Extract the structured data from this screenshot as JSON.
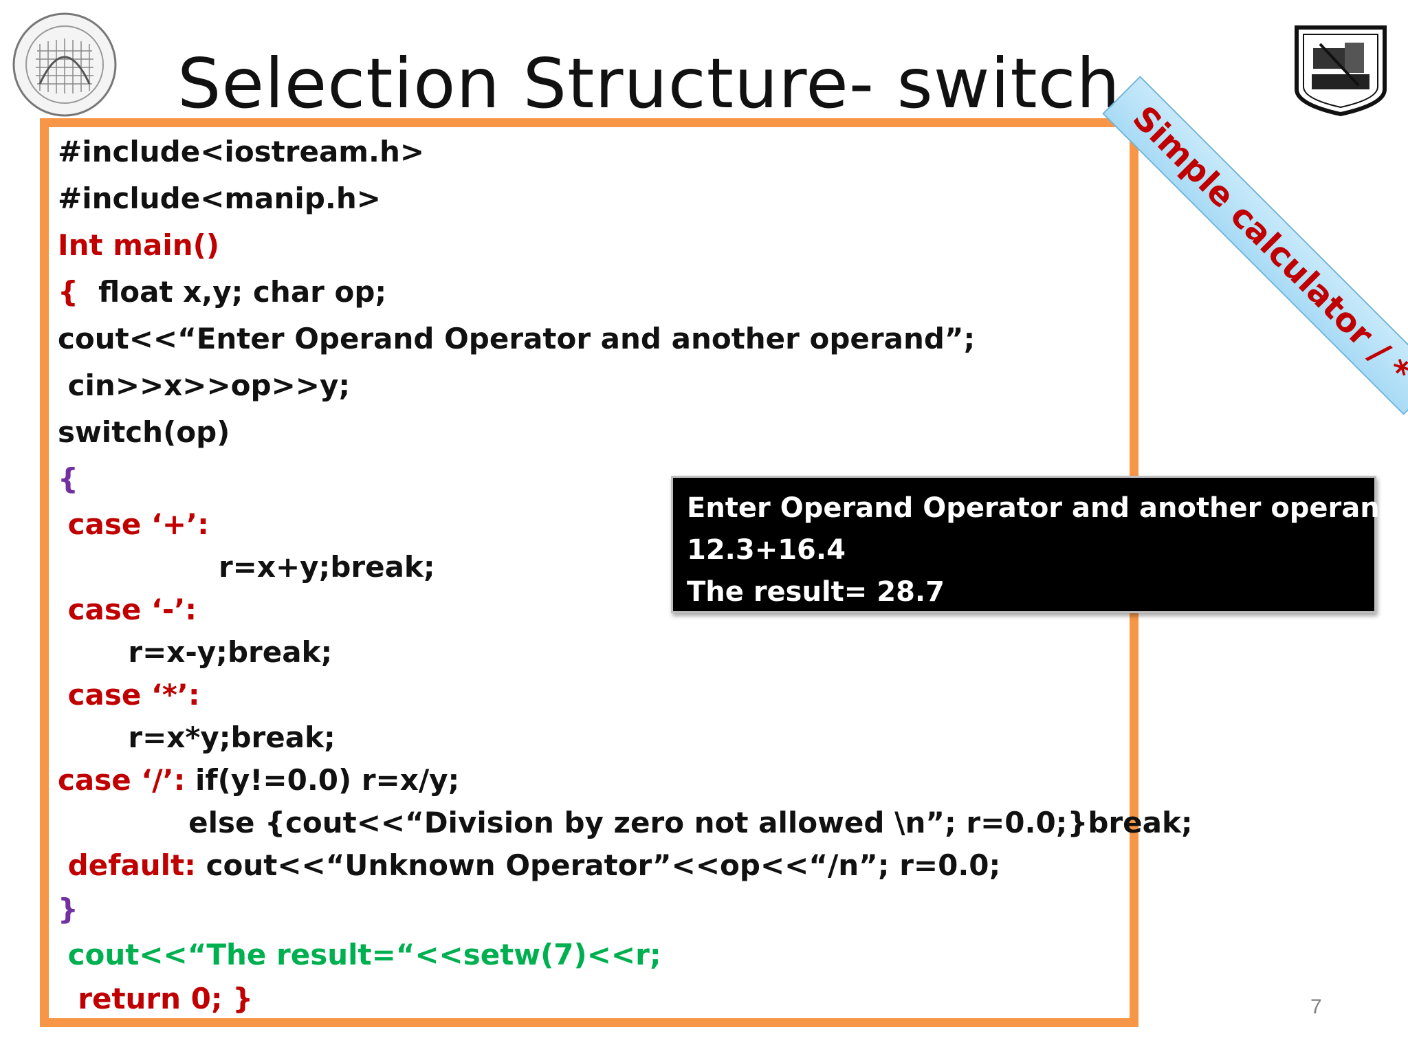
{
  "slide": {
    "title": "Selection Structure- switch",
    "page_number": "7"
  },
  "banner": {
    "text": "Simple calculator  /  *  +  -"
  },
  "console": {
    "lines": [
      "Enter Operand Operator and another operand",
      "12.3+16.4",
      "The result= 28.7"
    ]
  },
  "code": {
    "l1": "#include<iostream.h>",
    "l2": "#include<manip.h>",
    "l3": "Int main()",
    "l4_brace": "{",
    "l4_rest": "  float x,y; char op;",
    "l5": "cout<<“Enter Operand Operator and another operand”;",
    "l6": " cin>>x>>op>>y;",
    "l7": "switch(op)",
    "l8": "{",
    "l9": " case ‘+’:",
    "l10": "                r=x+y;break;",
    "l11": " case ‘-’:",
    "l12": "       r=x-y;break;",
    "l13": " case ‘*’:",
    "l14": "       r=x*y;break;",
    "l15_kw": "case ‘/’:",
    "l15_rest": " if(y!=0.0) r=x/y;",
    "l16": "             else {cout<<“Division by zero not allowed \\n”; r=0.0;}break;",
    "l17_kw": " default:",
    "l17_rest": " cout<<“Unknown Operator”<<op<<“/n”; r=0.0;",
    "l18": "}",
    "l19": " cout<<“The result=“<<setw(7)<<r;",
    "l20": "  return 0; }"
  }
}
